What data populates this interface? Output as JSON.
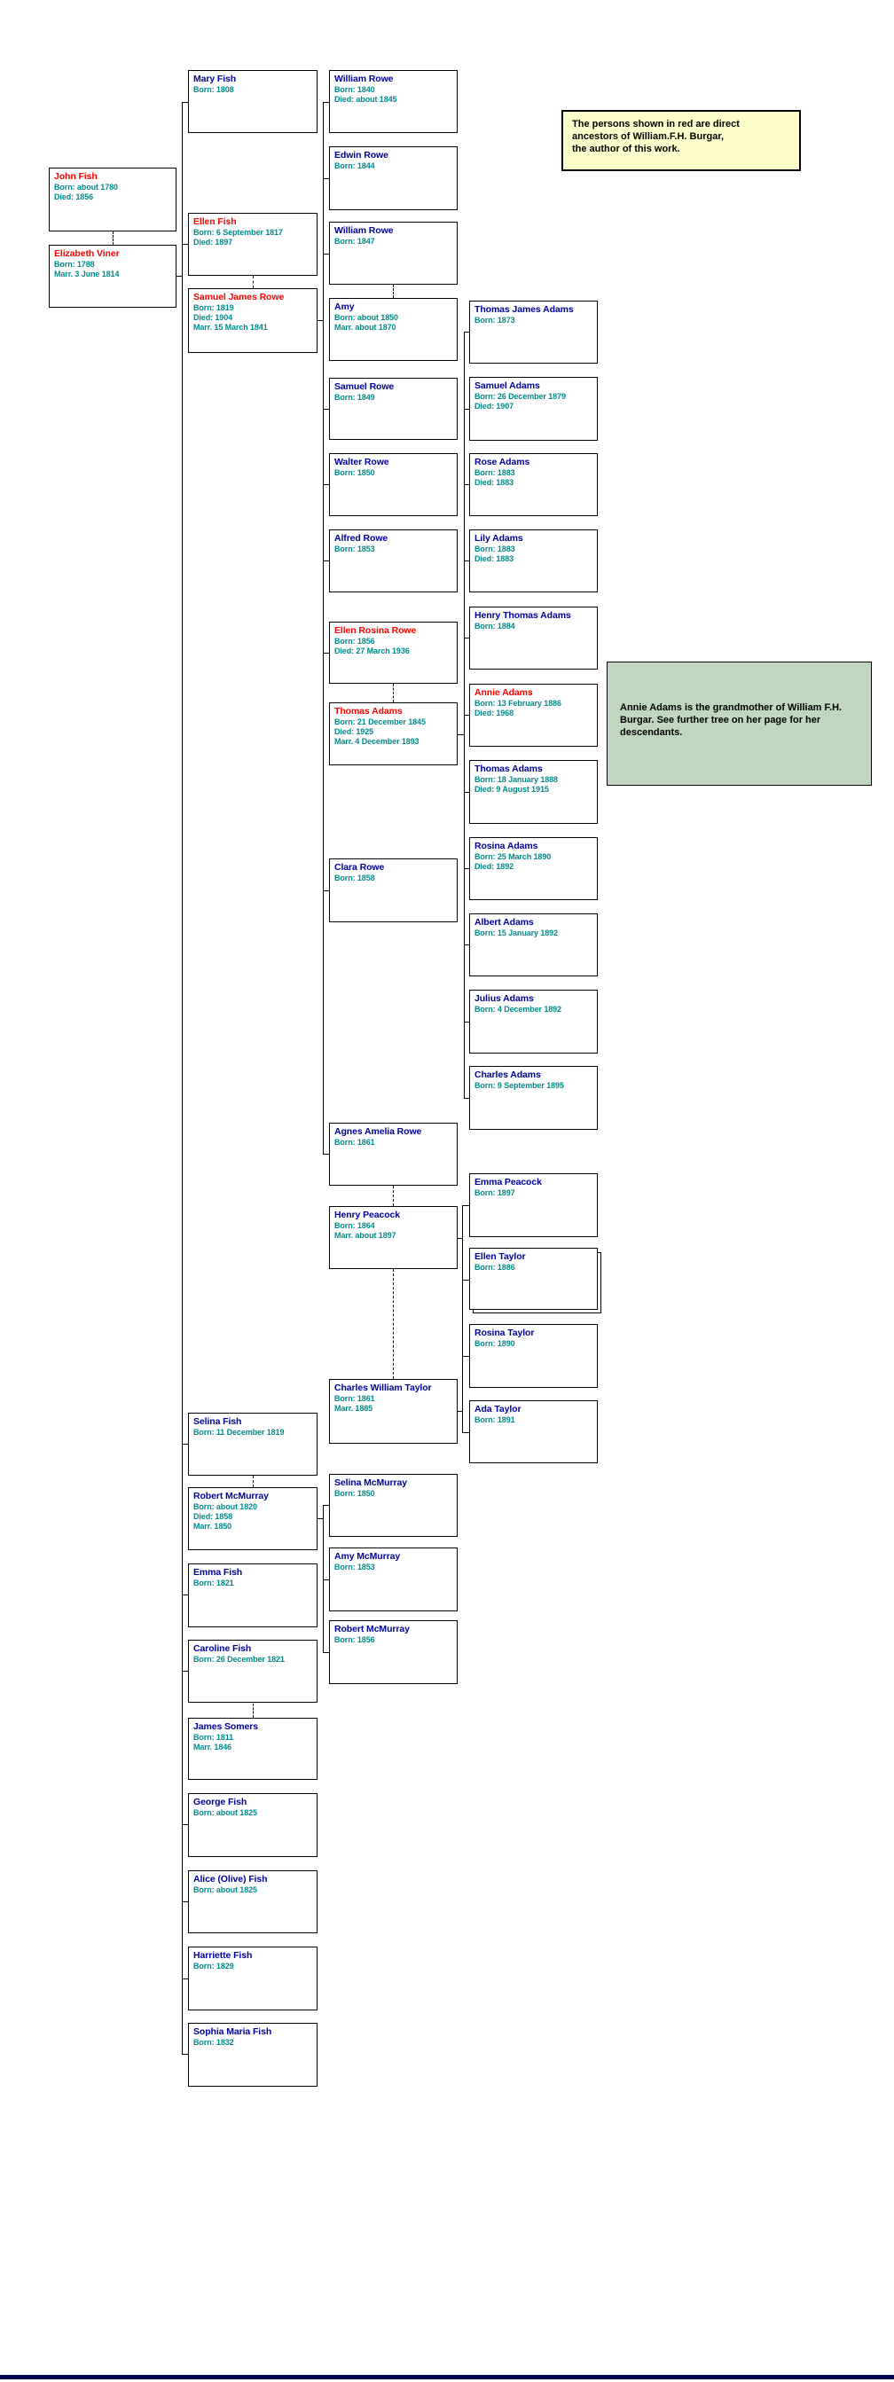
{
  "notes": {
    "red_legend": "The persons shown in red are direct\nancestors of William.F.H. Burgar,\nthe author of this work.",
    "annie_note": "Annie Adams is the grandmother of William F.H. Burgar.  See further tree on her page for her descendants."
  },
  "colors": {
    "name_blue": "#000099",
    "name_red": "#FF0000",
    "detail_teal": "#008B8B",
    "box_border": "#000000",
    "note_yellow": "#FFFFCC",
    "note_green": "#BFD6BF",
    "footer_bar": "#000050"
  },
  "persons": [
    {
      "name": "John Fish",
      "emphasis": "red",
      "lines": [
        "Born: about 1780",
        "Died: 1856"
      ]
    },
    {
      "name": "Elizabeth Viner",
      "emphasis": "red",
      "lines": [
        "Born: 1788",
        "Marr. 3 June 1814"
      ]
    },
    {
      "name": "Mary Fish",
      "emphasis": "blue",
      "lines": [
        "Born: 1808"
      ]
    },
    {
      "name": "Ellen Fish",
      "emphasis": "red",
      "lines": [
        "Born: 6 September 1817",
        "Died: 1897"
      ]
    },
    {
      "name": "Samuel James Rowe",
      "emphasis": "red",
      "lines": [
        "Born: 1819",
        "Died: 1904",
        "Marr. 15 March 1841"
      ]
    },
    {
      "name": "Selina Fish",
      "emphasis": "blue",
      "lines": [
        "Born: 11 December 1819"
      ]
    },
    {
      "name": "Robert McMurray",
      "emphasis": "blue",
      "lines": [
        "Born: about 1820",
        "Died: 1858",
        "Marr. 1850"
      ]
    },
    {
      "name": "Emma Fish",
      "emphasis": "blue",
      "lines": [
        "Born: 1821"
      ]
    },
    {
      "name": "Caroline Fish",
      "emphasis": "blue",
      "lines": [
        "Born: 26 December 1821"
      ]
    },
    {
      "name": "James Somers",
      "emphasis": "blue",
      "lines": [
        "Born: 1811",
        "Marr. 1846"
      ]
    },
    {
      "name": "George Fish",
      "emphasis": "blue",
      "lines": [
        "Born: about 1825"
      ]
    },
    {
      "name": "Alice (Olive) Fish",
      "emphasis": "blue",
      "lines": [
        "Born: about 1825"
      ]
    },
    {
      "name": "Harriette Fish",
      "emphasis": "blue",
      "lines": [
        "Born: 1829"
      ]
    },
    {
      "name": "Sophia Maria Fish",
      "emphasis": "blue",
      "lines": [
        "Born: 1832"
      ]
    },
    {
      "name": "William Rowe",
      "emphasis": "blue",
      "lines": [
        "Born: 1840",
        "Died: about 1845"
      ]
    },
    {
      "name": "Edwin Rowe",
      "emphasis": "blue",
      "lines": [
        "Born: 1844"
      ]
    },
    {
      "name": "William Rowe",
      "emphasis": "blue",
      "lines": [
        "Born: 1847"
      ]
    },
    {
      "name": "Amy",
      "emphasis": "blue",
      "lines": [
        "Born: about 1850",
        "Marr. about 1870"
      ]
    },
    {
      "name": "Samuel Rowe",
      "emphasis": "blue",
      "lines": [
        "Born: 1849"
      ]
    },
    {
      "name": "Walter Rowe",
      "emphasis": "blue",
      "lines": [
        "Born: 1850"
      ]
    },
    {
      "name": "Alfred Rowe",
      "emphasis": "blue",
      "lines": [
        "Born: 1853"
      ]
    },
    {
      "name": "Ellen Rosina Rowe",
      "emphasis": "red",
      "lines": [
        "Born: 1856",
        "Died: 27 March 1936"
      ]
    },
    {
      "name": "Thomas Adams",
      "emphasis": "red",
      "lines": [
        "Born: 21 December 1845",
        "Died: 1925",
        "Marr. 4 December 1893"
      ]
    },
    {
      "name": "Clara Rowe",
      "emphasis": "blue",
      "lines": [
        "Born: 1858"
      ]
    },
    {
      "name": "Agnes Amelia Rowe",
      "emphasis": "blue",
      "lines": [
        "Born: 1861"
      ]
    },
    {
      "name": "Henry Peacock",
      "emphasis": "blue",
      "lines": [
        "Born: 1864",
        "Marr. about 1897"
      ]
    },
    {
      "name": "Charles William Taylor",
      "emphasis": "blue",
      "lines": [
        "Born: 1861",
        "Marr. 1885"
      ]
    },
    {
      "name": "Selina McMurray",
      "emphasis": "blue",
      "lines": [
        "Born: 1850"
      ]
    },
    {
      "name": "Amy McMurray",
      "emphasis": "blue",
      "lines": [
        "Born: 1853"
      ]
    },
    {
      "name": "Robert McMurray",
      "emphasis": "blue",
      "lines": [
        "Born: 1856"
      ]
    },
    {
      "name": "Thomas James Adams",
      "emphasis": "blue",
      "lines": [
        "Born: 1873"
      ]
    },
    {
      "name": "Samuel Adams",
      "emphasis": "blue",
      "lines": [
        "Born: 26 December 1879",
        "Died: 1907"
      ]
    },
    {
      "name": "Rose Adams",
      "emphasis": "blue",
      "lines": [
        "Born: 1883",
        "Died: 1883"
      ]
    },
    {
      "name": "Lily Adams",
      "emphasis": "blue",
      "lines": [
        "Born: 1883",
        "Died: 1883"
      ]
    },
    {
      "name": "Henry Thomas Adams",
      "emphasis": "blue",
      "lines": [
        "Born: 1884"
      ]
    },
    {
      "name": "Annie Adams",
      "emphasis": "red",
      "lines": [
        "Born: 13 February 1886",
        "Died: 1968"
      ]
    },
    {
      "name": "Thomas Adams",
      "emphasis": "blue",
      "lines": [
        "Born: 18 January 1888",
        "Died: 9 August 1915"
      ]
    },
    {
      "name": "Rosina Adams",
      "emphasis": "blue",
      "lines": [
        "Born: 25 March 1890",
        "Died: 1892"
      ]
    },
    {
      "name": "Albert Adams",
      "emphasis": "blue",
      "lines": [
        "Born: 15 January 1892"
      ]
    },
    {
      "name": "Julius Adams",
      "emphasis": "blue",
      "lines": [
        "Born: 4 December 1892"
      ]
    },
    {
      "name": "Charles Adams",
      "emphasis": "blue",
      "lines": [
        "Born: 9 September 1895"
      ]
    },
    {
      "name": "Emma Peacock",
      "emphasis": "blue",
      "lines": [
        "Born: 1897"
      ]
    },
    {
      "name": "Ellen Taylor",
      "emphasis": "blue",
      "lines": [
        "Born: 1886"
      ]
    },
    {
      "name": "Rosina Taylor",
      "emphasis": "blue",
      "lines": [
        "Born: 1890"
      ]
    },
    {
      "name": "Ada Taylor",
      "emphasis": "blue",
      "lines": [
        "Born: 1891"
      ]
    }
  ]
}
